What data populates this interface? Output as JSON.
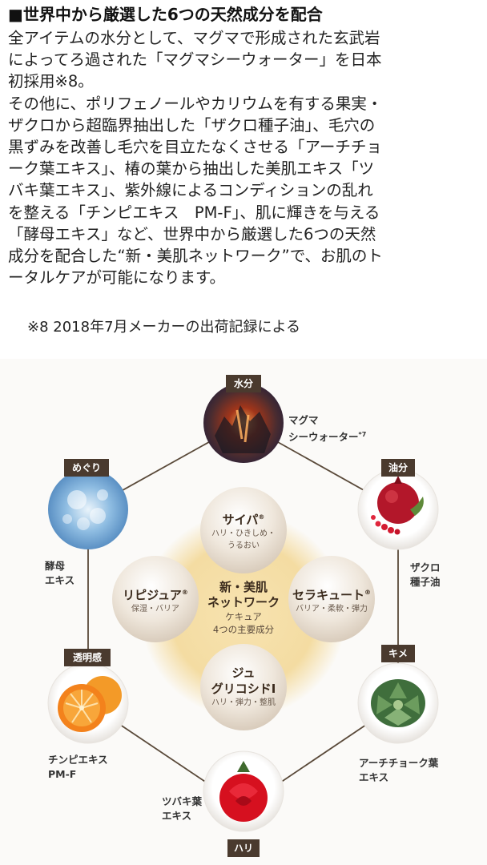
{
  "heading": "■世界中から厳選した6つの天然成分を配合",
  "body_lines": [
    "全アイテムの水分として、マグマで形成された玄武岩",
    "によってろ過された「マグマシーウォーター」を日本",
    "初採用※8。",
    "その他に、ポリフェノールやカリウムを有する果実・",
    "ザクロから超臨界抽出した「ザクロ種子油」、毛穴の",
    "黒ずみを改善し毛穴を目立たなくさせる「アーチチョ",
    "ーク葉エキス」、椿の葉から抽出した美肌エキス「ツ",
    "バキ葉エキス」、紫外線によるコンディションの乱れ",
    "を整える「チンピエキス　PM-F」、肌に輝きを与える",
    "「酵母エキス」など、世界中から厳選した6つの天然",
    "成分を配合した“新・美肌ネットワーク”で、お肌のト",
    "ータルケアが可能になります。"
  ],
  "footnote": "※8 2018年7月メーカーの出荷記録による",
  "diagram": {
    "center": {
      "line1": "新・美肌",
      "line2": "ネットワーク",
      "line3": "ケキュア",
      "line4": "4つの主要成分"
    },
    "core": {
      "saipa": {
        "name": "サイパ",
        "mark": "®",
        "desc1": "ハリ・ひきしめ・",
        "desc2": "うるおい"
      },
      "lipijua": {
        "name": "リピジュア",
        "mark": "®",
        "desc1": "保湿・バリア"
      },
      "serakyuto": {
        "name": "セラキュート",
        "mark": "®",
        "desc1": "バリア・柔軟・弾力"
      },
      "jyu": {
        "name1": "ジュ",
        "name2": "グリコシドI",
        "desc1": "ハリ・弾力・整肌"
      }
    },
    "outer": {
      "water": {
        "tag": "水分",
        "label1": "マグマ",
        "label2": "シーウォーター",
        "mark": "*7"
      },
      "oil": {
        "tag": "油分",
        "label1": "ザクロ",
        "label2": "種子油"
      },
      "kime": {
        "tag": "キメ",
        "label1": "アーチチョーク葉",
        "label2": "エキス"
      },
      "hari": {
        "tag": "ハリ",
        "label1": "ツバキ葉",
        "label2": "エキス"
      },
      "clear": {
        "tag": "透明感",
        "label1": "チンピエキス",
        "label2": "PM-F"
      },
      "meguri": {
        "tag": "めぐり",
        "label1": "酵母",
        "label2": "エキス"
      }
    }
  },
  "colors": {
    "tag_bg": "#4a3a2e",
    "hex_line": "#5a4a3a",
    "center_glow": "#f4dfa8",
    "core_orb": "#f2ece4",
    "magma": "#c0441c",
    "pomegranate": "#b3172a",
    "artichoke": "#4f7d46",
    "camellia": "#d6101f",
    "orange": "#f3821c",
    "yeast": "#7fb2dc"
  }
}
